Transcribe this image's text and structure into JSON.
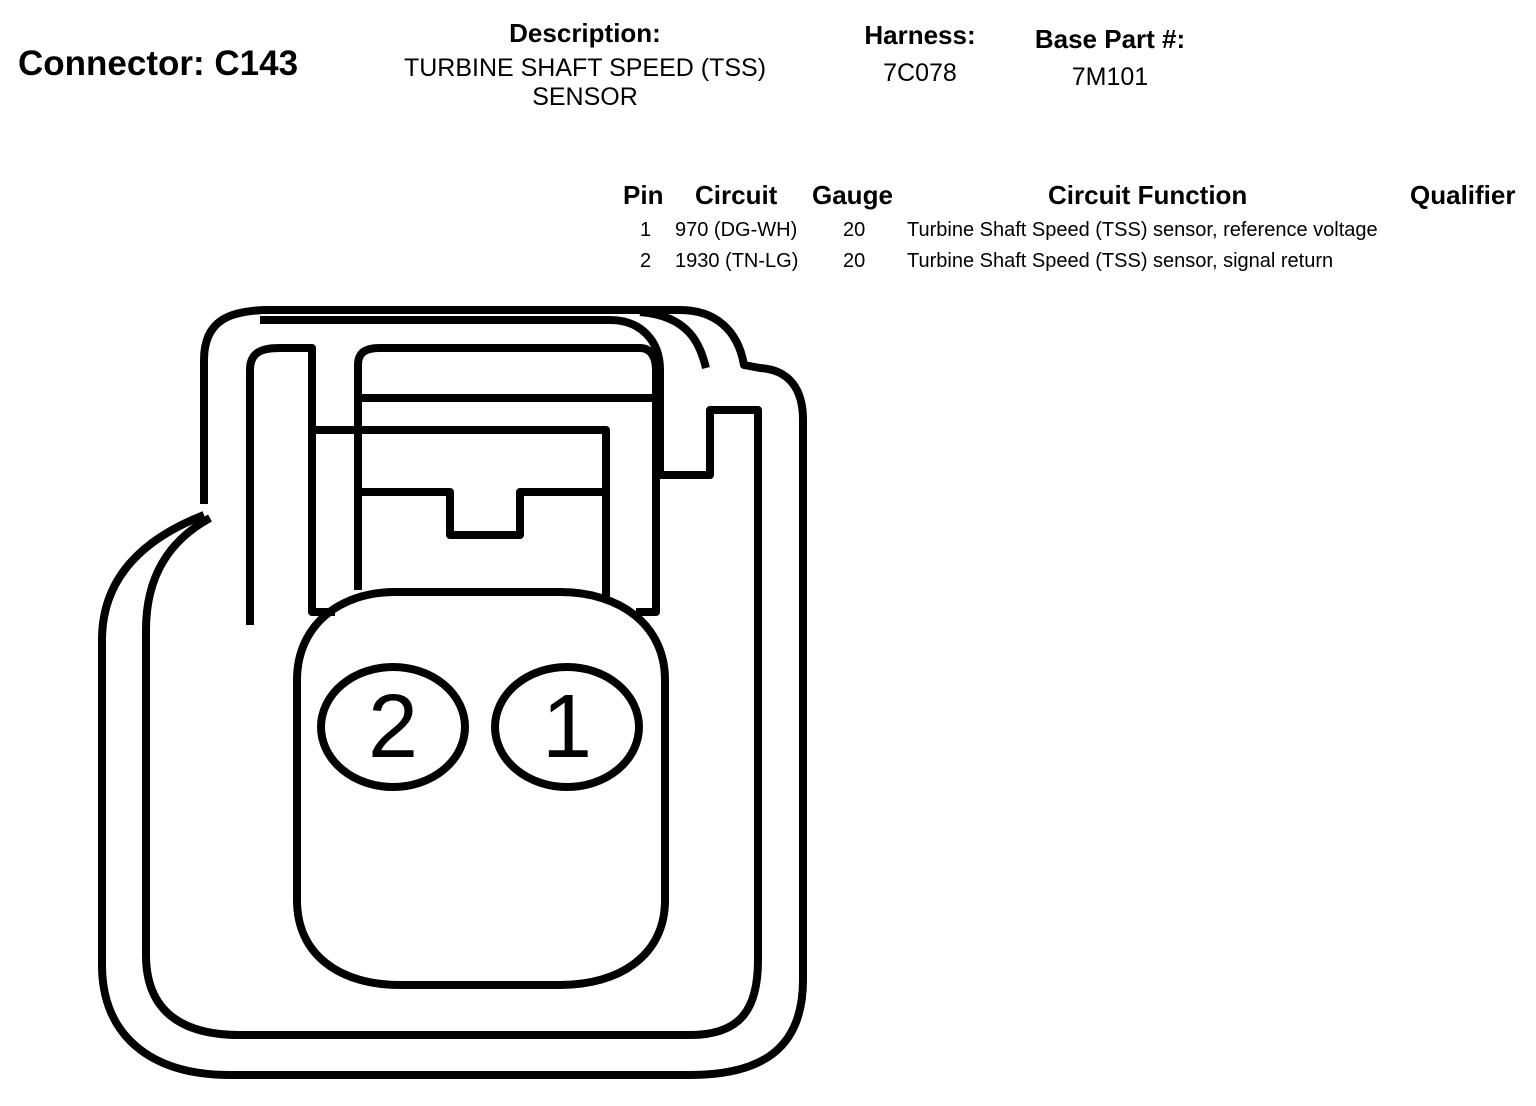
{
  "connector": {
    "label": "Connector: C143"
  },
  "description": {
    "label": "Description:",
    "line1": "TURBINE SHAFT SPEED (TSS)",
    "line2": "SENSOR"
  },
  "harness": {
    "label": "Harness:",
    "value": "7C078"
  },
  "base_part": {
    "label": "Base Part #:",
    "value": "7M101"
  },
  "pin_table": {
    "headers": {
      "pin": "Pin",
      "circuit": "Circuit",
      "gauge": "Gauge",
      "function": "Circuit Function",
      "qualifier": "Qualifier"
    },
    "rows": [
      {
        "pin": "1",
        "circuit": "970 (DG-WH)",
        "gauge": "20",
        "function": "Turbine Shaft Speed (TSS) sensor, reference voltage",
        "qualifier": ""
      },
      {
        "pin": "2",
        "circuit": "1930 (TN-LG)",
        "gauge": "20",
        "function": "Turbine Shaft Speed (TSS) sensor, signal return",
        "qualifier": ""
      }
    ]
  },
  "diagram": {
    "pin_labels": [
      "2",
      "1"
    ],
    "stroke_color": "#000000"
  }
}
